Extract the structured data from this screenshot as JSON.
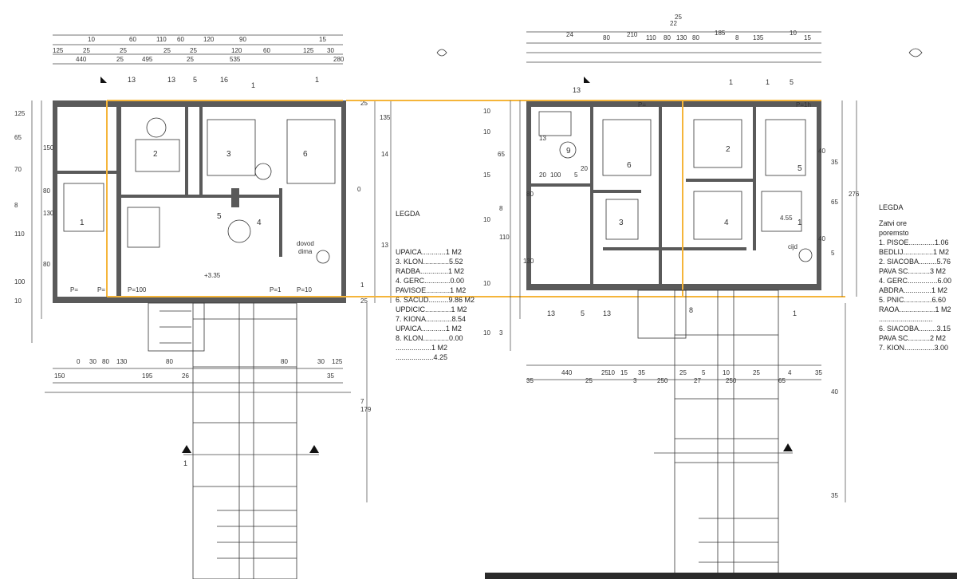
{
  "left_plan": {
    "top_dims_row1": [
      "10",
      "60",
      "110",
      "60",
      "120",
      "90",
      "15"
    ],
    "top_dims_row2": [
      "125",
      "25",
      "25",
      "25",
      "25",
      "120",
      "60",
      "125",
      "30"
    ],
    "top_dims_row3": [
      "440",
      "25",
      "495",
      "25",
      "535",
      "280"
    ],
    "axis_marks_top": [
      "13",
      "13",
      "5",
      "16",
      "1",
      "1"
    ],
    "left_dims": [
      "125",
      "65",
      "150",
      "70",
      "80",
      "8",
      "130",
      "110",
      "80",
      "100",
      "10"
    ],
    "right_dims": [
      "25",
      "135",
      "14",
      "0",
      "13",
      "1",
      "25"
    ],
    "room_numbers": [
      "2",
      "3",
      "4",
      "5",
      "1",
      "6"
    ],
    "label_chimney": "dovod",
    "label_chimney2": "dima",
    "bottom_dims_row1": [
      "0",
      "30",
      "80",
      "130",
      "80",
      "80",
      "30",
      "125"
    ],
    "bottom_dims_row2": [
      "150",
      "195",
      "26",
      "35"
    ],
    "p_labels": [
      "P=",
      "P=",
      "P=100",
      "P=1",
      "P=10"
    ],
    "section_label": "1",
    "level": "+3.35",
    "right_vertical_dims": [
      "7",
      "179"
    ]
  },
  "left_legend": {
    "title": "LEGDA",
    "items": [
      "UPAICA............1 M2",
      "3. KLON.............5.52",
      "RADBA..............1 M2",
      "4. GERC.............0.00",
      "PAVISOE............1 M2",
      "6. SACUD..........9.86 M2",
      "UPDICIC.............1 M2",
      "7. KIONA.............8.54",
      "UPAICA............1 M2",
      "8. KLON.............0.00",
      "..................1 M2",
      "...................4.25"
    ]
  },
  "right_plan": {
    "top_label": "25",
    "top_label2": "22",
    "top_dims_row1": [
      "24",
      "210",
      "80",
      "110",
      "80",
      "130",
      "80",
      "185",
      "8",
      "135",
      "10",
      "15"
    ],
    "axis_marks_top": [
      "13",
      "1",
      "1",
      "5"
    ],
    "left_dims": [
      "10",
      "10",
      "65",
      "15",
      "130",
      "80",
      "8",
      "10",
      "110",
      "10",
      "10",
      "3"
    ],
    "room_numbers": [
      "9",
      "6",
      "2",
      "5",
      "4",
      "3",
      "1"
    ],
    "left_inner": [
      "13",
      "20",
      "20",
      "100",
      "5"
    ],
    "right_dims": [
      "40",
      "35",
      "276",
      "65",
      "40",
      "5"
    ],
    "label_r": "cijd",
    "bottom_dims_row1": [
      "440",
      "25",
      "10",
      "15",
      "35",
      "25",
      "5",
      "10",
      "25",
      "4",
      "35"
    ],
    "bottom_dims_row2": [
      "35",
      "25",
      "3",
      "250",
      "27",
      "250",
      "65"
    ],
    "p_labels": [
      "P=1h",
      "P="
    ],
    "level": "4.55",
    "circle_marks": [
      "13",
      "5",
      "13",
      "8",
      "1"
    ],
    "right_vertical_dims": [
      "40",
      "35"
    ]
  },
  "right_legend": {
    "title": "LEGDA",
    "subtitle": "Zatvi ore",
    "subtitle2": "poremsto",
    "items": [
      "1. PISOE.............1.06",
      "BEDLIJ...............1 M2",
      "2. SIACOBA.........5.76",
      "PAVA SC...........3 M2",
      "4. GERC...............6.00",
      "ABDRA..............1 M2",
      "5. PNIC..............6.60",
      "RAOA..................1 M2",
      "...........................",
      "6. SIACOBA.........3.15",
      "PAVA SC...........2 M2",
      "7. KION...............3.00"
    ]
  },
  "colors": {
    "wall": "#5a5a5a",
    "guide": "#f5b53a",
    "line": "#333333"
  }
}
